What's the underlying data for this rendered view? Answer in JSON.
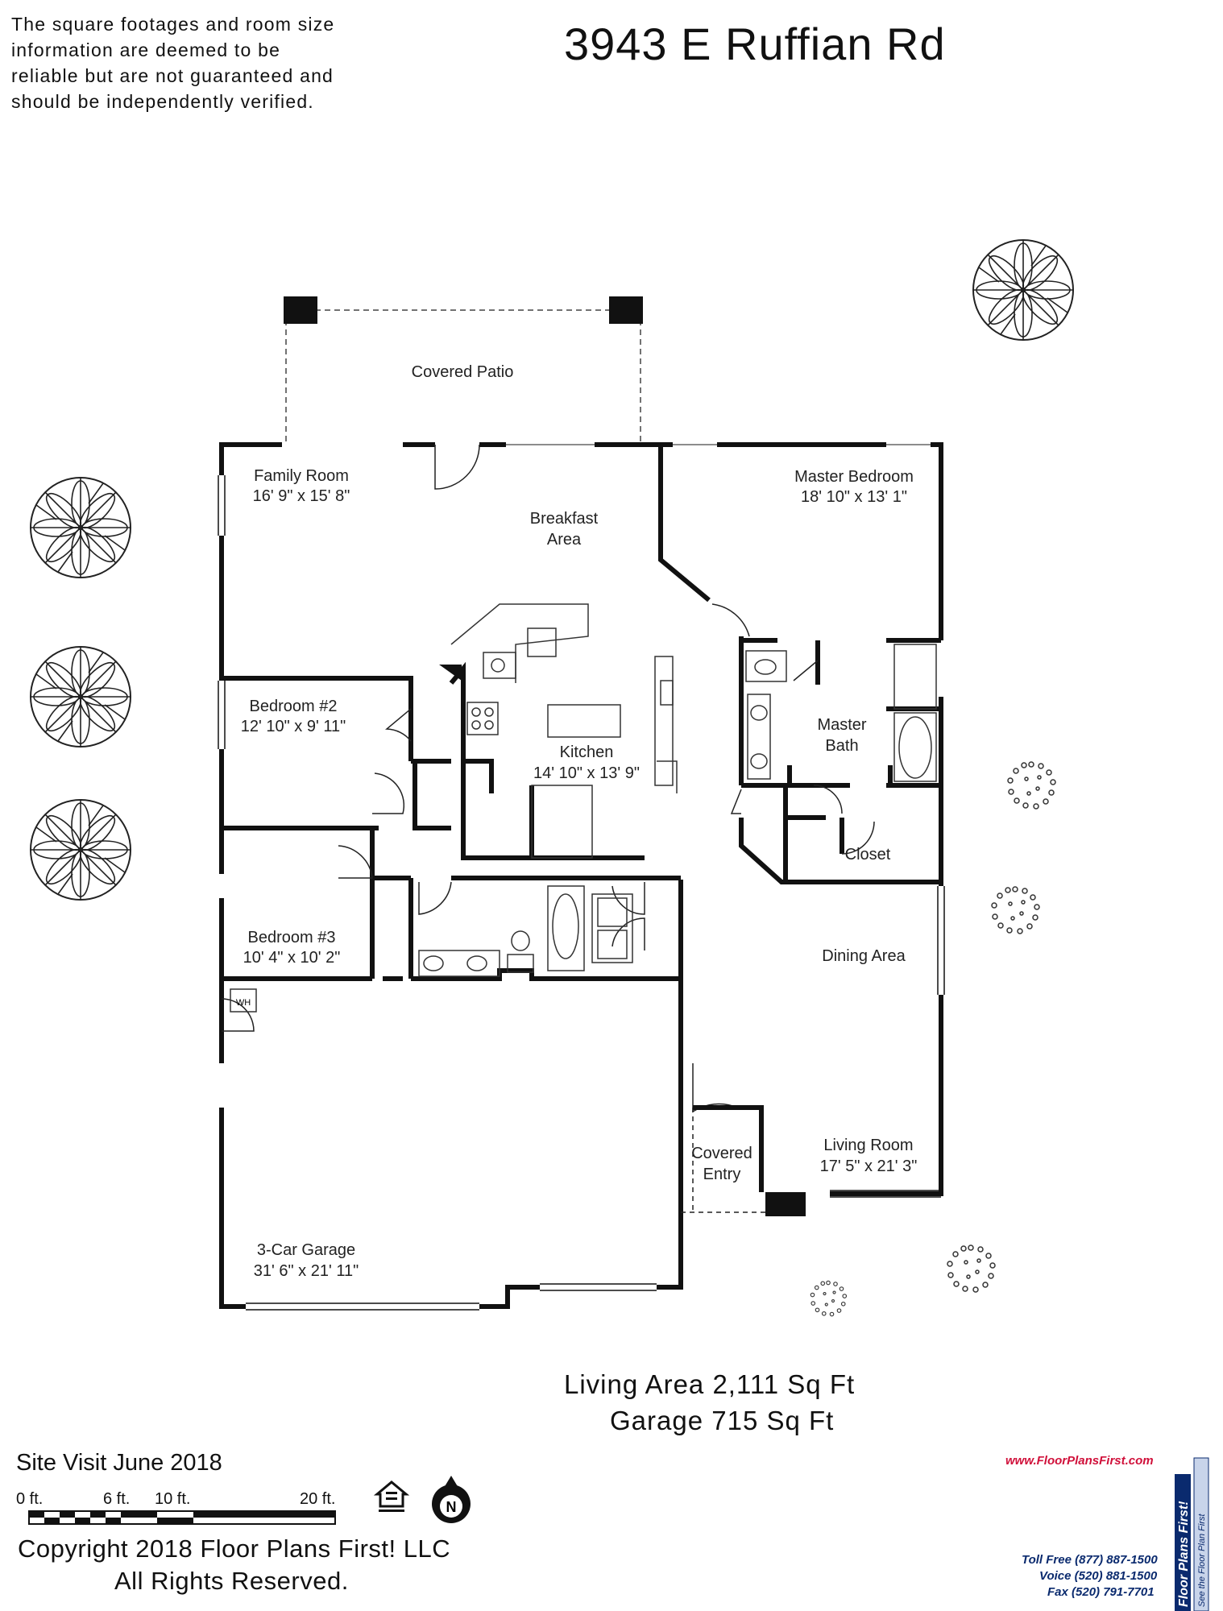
{
  "header": {
    "disclaimer": "The square footages and room size\ninformation are deemed to be\nreliable but are not guaranteed and\nshould be independently verified.",
    "address": "3943 E Ruffian Rd"
  },
  "rooms": {
    "covered_patio": "Covered Patio",
    "family_room": "Family Room",
    "family_room_size": "16' 9\" x 15' 8\"",
    "breakfast_1": "Breakfast",
    "breakfast_2": "Area",
    "master_bedroom": "Master Bedroom",
    "master_bedroom_size": "18' 10\" x 13' 1\"",
    "bedroom2": "Bedroom #2",
    "bedroom2_size": "12' 10\" x 9' 11\"",
    "kitchen": "Kitchen",
    "kitchen_size": "14' 10\" x 13' 9\"",
    "master_bath_1": "Master",
    "master_bath_2": "Bath",
    "closet": "Closet",
    "bedroom3": "Bedroom #3",
    "bedroom3_size": "10' 4\" x 10' 2\"",
    "wh": "WH",
    "dining_area": "Dining Area",
    "covered_entry_1": "Covered",
    "covered_entry_2": "Entry",
    "living_room": "Living Room",
    "living_room_size": "17' 5\" x 21' 3\"",
    "garage": "3-Car Garage",
    "garage_size": "31' 6\" x 21' 11\""
  },
  "areas": {
    "living": "Living Area 2,111 Sq Ft",
    "garage": "Garage 715 Sq Ft"
  },
  "footer": {
    "site_visit": "Site Visit June 2018",
    "scale_labels": [
      "0 ft.",
      "6 ft.",
      "10 ft.",
      "20 ft."
    ],
    "north": "N",
    "copyright_1": "Copyright 2018 Floor Plans First! LLC",
    "copyright_2": "All Rights Reserved."
  },
  "brand": {
    "url": "www.FloorPlansFirst.com",
    "toll_free": "Toll Free (877) 887-1500",
    "voice": "Voice (520) 881-1500",
    "fax": "Fax (520) 791-7701",
    "logo_text": "Floor Plans First!",
    "tagline": "See the Floor Plan First"
  },
  "colors": {
    "wall": "#111111",
    "brand_red": "#d0103a",
    "brand_blue": "#0a2a6e"
  }
}
